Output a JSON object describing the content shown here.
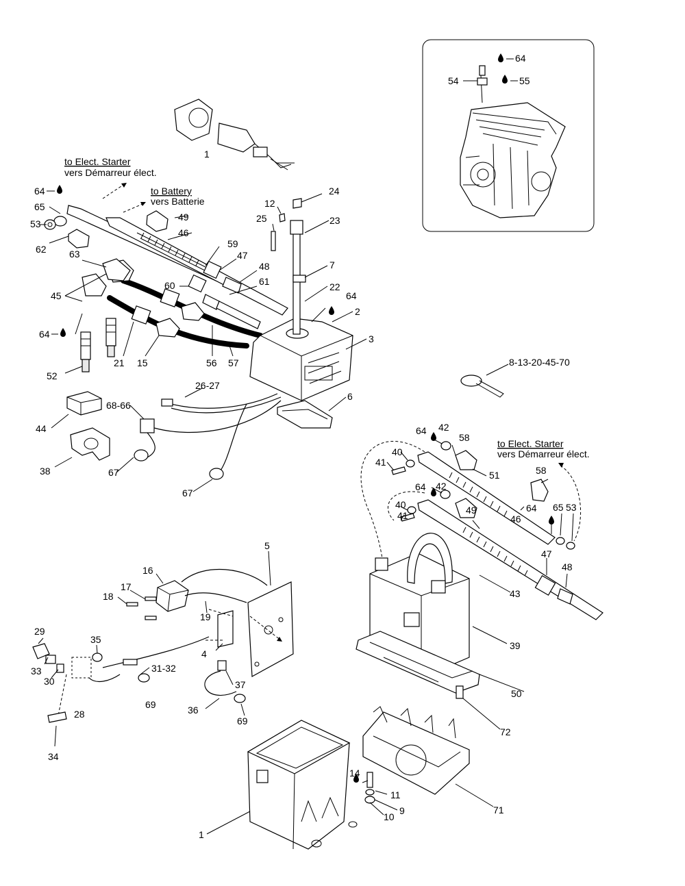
{
  "inset": {
    "callouts": [
      {
        "id": "inset-64",
        "text": "64"
      },
      {
        "id": "inset-54",
        "text": "54"
      },
      {
        "id": "inset-55",
        "text": "55"
      }
    ]
  },
  "notes": {
    "starter_left_en": "to Elect. Starter",
    "starter_left_fr": "vers Démarreur élect.",
    "battery_en": "to Battery",
    "battery_fr": "vers Batterie",
    "starter_right_en": "to Elect. Starter",
    "starter_right_fr": "vers Démarreur élect.",
    "clip_group": "8-13-20-45-70"
  },
  "callouts": {
    "c64a": "64",
    "c65a": "65",
    "c53a": "53",
    "c62": "62",
    "c63": "63",
    "c45": "45",
    "c64b": "64",
    "c52": "52",
    "c21": "21",
    "c15": "15",
    "c56": "56",
    "c57": "57",
    "c49a": "49",
    "c46a": "46",
    "c59": "59",
    "c47a": "47",
    "c48a": "48",
    "c60": "60",
    "c61": "61",
    "c12": "12",
    "c25": "25",
    "c24": "24",
    "c23": "23",
    "c7": "7",
    "c22": "22",
    "c64c": "64",
    "c2": "2",
    "c3": "3",
    "c26": "26-27",
    "c68": "68-66",
    "c6": "6",
    "c44": "44",
    "c38": "38",
    "c67a": "67",
    "c67b": "67",
    "c64d": "64",
    "c42a": "42",
    "c58a": "58",
    "c40a": "40",
    "c41a": "41",
    "c51": "51",
    "c58b": "58",
    "c64e": "64",
    "c42b": "42",
    "c40b": "40",
    "c41b": "41",
    "c49b": "49",
    "c46b": "46",
    "c64f": "64",
    "c65b": "65",
    "c53b": "53",
    "c47b": "47",
    "c48b": "48",
    "c43": "43",
    "c39": "39",
    "c50": "50",
    "c72": "72",
    "c71": "71",
    "c5": "5",
    "c16": "16",
    "c17": "17",
    "c18": "18",
    "c19": "19",
    "c4": "4",
    "c29": "29",
    "c35": "35",
    "c31": "31-32",
    "c33": "33",
    "c30": "30",
    "c28": "28",
    "c69a": "69",
    "c37": "37",
    "c36": "36",
    "c69b": "69",
    "c34": "34",
    "c14": "14",
    "c11": "11",
    "c9": "9",
    "c10": "10",
    "c1": "1",
    "c1top": "1"
  }
}
